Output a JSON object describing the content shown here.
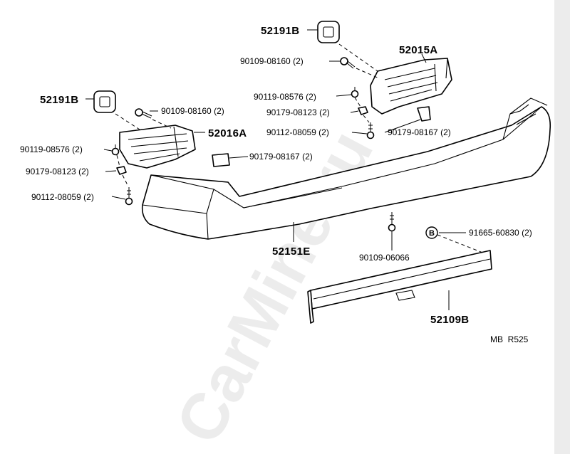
{
  "watermark": "CarMine.ru",
  "diagram_code": "MB  R525",
  "parts": {
    "p52191b_top": "52191B",
    "p52015a": "52015A",
    "p90109_08160_top": "90109-08160 (2)",
    "p90119_08576_right": "90119-08576 (2)",
    "p90179_08123_right": "90179-08123 (2)",
    "p90112_08059_right": "90112-08059 (2)",
    "p90179_08167_right": "90179-08167 (2)",
    "p52191b_left": "52191B",
    "p90109_08160_left": "90109-08160 (2)",
    "p52016a": "52016A",
    "p90119_08576_left": "90119-08576 (2)",
    "p90179_08167_left": "90179-08167 (2)",
    "p90179_08123_left": "90179-08123 (2)",
    "p90112_08059_left": "90112-08059 (2)",
    "p52151e": "52151E",
    "p90109_06066": "90109-06066",
    "marker_b": "B",
    "p91665_60830": "91665-60830 (2)",
    "p52109b": "52109B"
  }
}
